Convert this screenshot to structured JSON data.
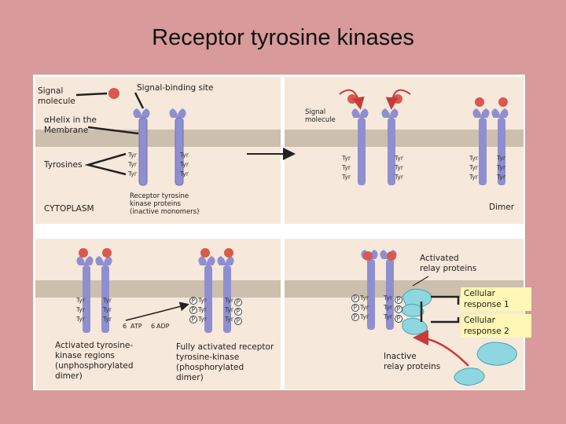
{
  "title": "Receptor tyrosine kinases",
  "labels": {
    "signal_molecule": "Signal\nmolecule",
    "signal_binding_site": "Signal-binding site",
    "alpha_helix": "αHelix in the\nMembrane",
    "tyrosines": "Tyrosines",
    "cytoplasm": "CYTOPLASM",
    "receptor_proteins": "Receptor tyrosine\nkinase proteins\n(inactive monomers)",
    "signal_molecule_2": "Signal\nmolecule",
    "dimer": "Dimer",
    "activated_kinase": "Activated tyrosine-\nkinase regions\n(unphosphorylated\ndimer)",
    "fully_activated": "Fully activated receptor\ntyrosine-kinase\n(phosphorylated\ndimer)",
    "activated_relay": "Activated\nrelay proteins",
    "inactive_relay": "Inactive\nrelay proteins",
    "cellular_response_1": "Cellular\nresponse 1",
    "cellular_response_2": "Cellular\nresponse 2",
    "atp": "ATP",
    "adp": "ADP",
    "atp_count": "6",
    "adp_count": "6"
  },
  "residue_text": {
    "tyr": "Tyr",
    "p": "P"
  },
  "colors": {
    "background": "#d89a9a",
    "panel": "#f6e8da",
    "membrane": "#cdbfae",
    "receptor": "#8f8fd0",
    "receptor_dark": "#6e6eb8",
    "signal": "#d85a4c",
    "relay": "#8ed6e0",
    "response_box": "#fff7b5",
    "arrow_red": "#c83a3a"
  }
}
